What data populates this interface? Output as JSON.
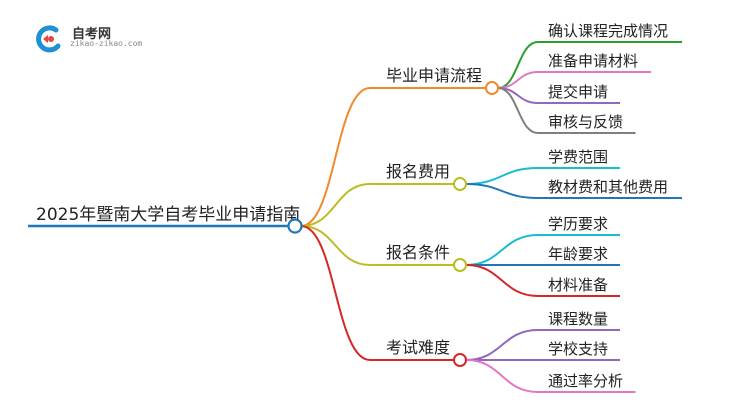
{
  "logo": {
    "name": "自考网",
    "url": "zikao-zikao.com"
  },
  "mindmap": {
    "root": "2025年暨南大学自考毕业申请指南",
    "branches": [
      {
        "label": "毕业申请流程",
        "color": "#f08a2a",
        "children": [
          {
            "label": "确认课程完成情况",
            "color": "#2aa02a"
          },
          {
            "label": "准备申请材料",
            "color": "#e377c2"
          },
          {
            "label": "提交申请",
            "color": "#9467bd"
          },
          {
            "label": "审核与反馈",
            "color": "#7f7f7f"
          }
        ]
      },
      {
        "label": "报名费用",
        "color": "#bcbd22",
        "children": [
          {
            "label": "学费范围",
            "color": "#17becf"
          },
          {
            "label": "教材费和其他费用",
            "color": "#1f77b4"
          }
        ]
      },
      {
        "label": "报名条件",
        "color": "#bcbd22",
        "children": [
          {
            "label": "学历要求",
            "color": "#17becf"
          },
          {
            "label": "年龄要求",
            "color": "#1f77b4"
          },
          {
            "label": "材料准备",
            "color": "#d62728"
          }
        ]
      },
      {
        "label": "考试难度",
        "color": "#d62728",
        "children": [
          {
            "label": "课程数量",
            "color": "#9467bd"
          },
          {
            "label": "学校支持",
            "color": "#9467bd"
          },
          {
            "label": "通过率分析",
            "color": "#e377c2"
          }
        ]
      }
    ],
    "root_color": "#1f77b4"
  }
}
